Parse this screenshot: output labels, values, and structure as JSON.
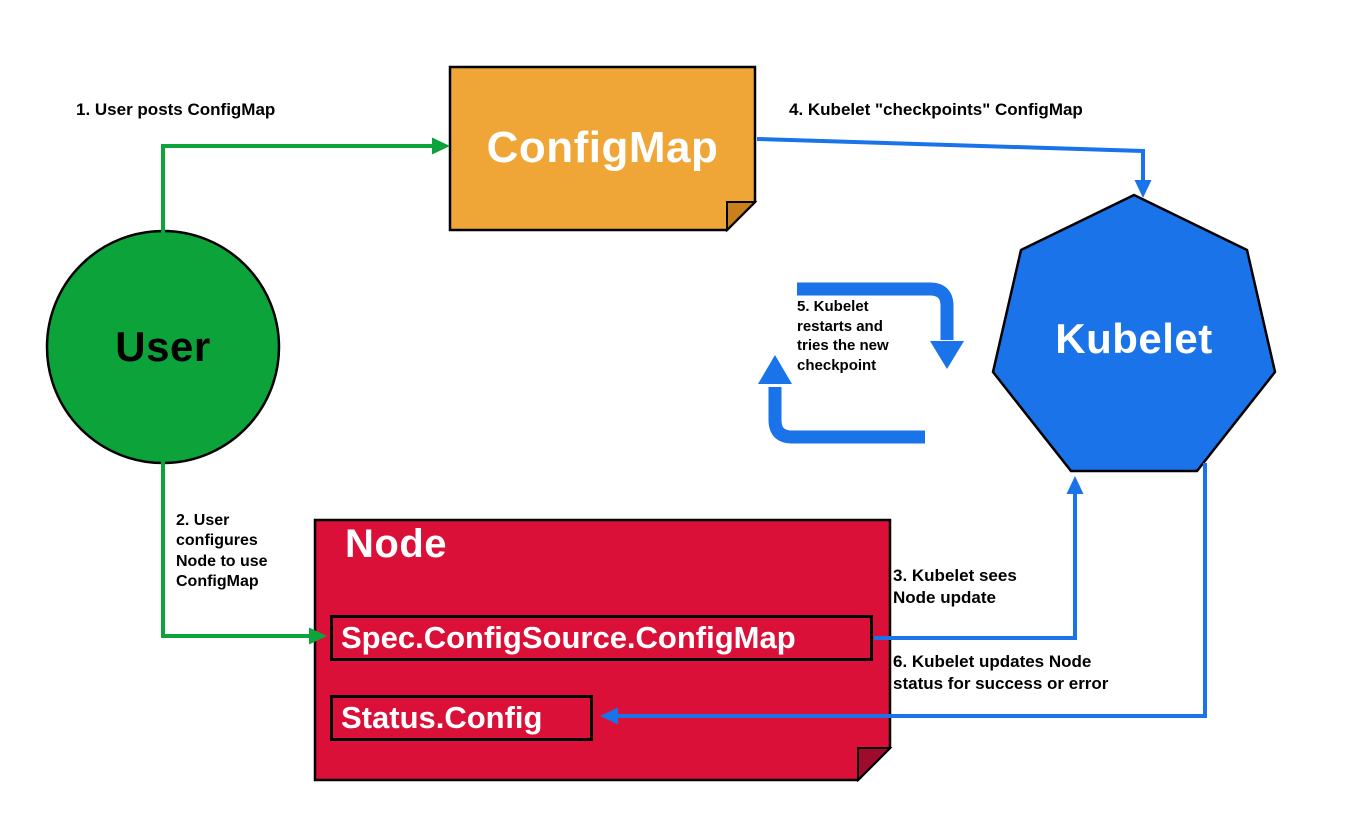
{
  "colors": {
    "green": "#0da33b",
    "orange": "#f0a636",
    "orange_fold": "#c97f1c",
    "red": "#da1039",
    "red_fold": "#9e0b2d",
    "blue": "#1a73e8",
    "outline": "#000000"
  },
  "nodes": {
    "user": {
      "label": "User"
    },
    "configmap": {
      "label": "ConfigMap"
    },
    "kubelet": {
      "label": "Kubelet"
    },
    "node": {
      "label": "Node",
      "spec_box": "Spec.ConfigSource.ConfigMap",
      "status_box": "Status.Config"
    }
  },
  "labels": {
    "step1": "1. User posts ConfigMap",
    "step2": "2. User configures Node to use ConfigMap",
    "step3": "3. Kubelet sees Node update",
    "step4": "4. Kubelet \"checkpoints\" ConfigMap",
    "step5": "5. Kubelet restarts and tries the new checkpoint",
    "step6": "6. Kubelet updates Node status for success or error"
  }
}
